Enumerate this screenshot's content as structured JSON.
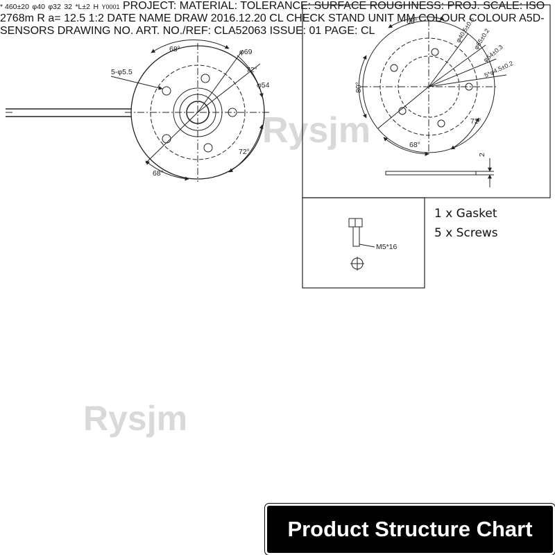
{
  "watermark": "Rysjm",
  "top_flange": {
    "dims": [
      "68°",
      "φ69",
      "5-φ5.5",
      "72°",
      "φ54",
      "72°",
      "68°"
    ]
  },
  "detail": {
    "dims": [
      "68°",
      "φ40.5±0.5",
      "φ65±0.2",
      "φ54±0.3",
      "5*φ4.5±0.2",
      "80°",
      "72°",
      "68°",
      "2"
    ]
  },
  "accessories": {
    "screw_label": "M5*16",
    "gasket": "1 x Gasket",
    "screws": "5 x Screws"
  },
  "side_view": {
    "dims": [
      "* 460±20",
      "φ40",
      "φ32",
      "32",
      "*L±2",
      "H"
    ]
  },
  "bottom_view": {
    "tag": "Y0001"
  },
  "title_block": {
    "project_label": "PROJECT:",
    "material_label": "MATERIAL:",
    "tolerance_label": "TOLERANCE:",
    "surface_label": "SURFACE ROUGHNESS:",
    "proj_label": "PROJ.",
    "scale_label": "SCALE:",
    "tolerance_value": "ISO 2768m",
    "surface_value": "R a= 12.5",
    "scale_value": "1:2",
    "date_header": "DATE",
    "name_header": "NAME",
    "row_draw": "DRAW",
    "row_check": "CHECK",
    "row_stand": "STAND",
    "date_value": "2016.12.20",
    "name_value": "CL",
    "unit_label": "UNIT",
    "unit_value": "MM",
    "colour_label": "COLOUR",
    "colour_value": "COLOUR",
    "company": "A5D-SENSORS",
    "drawing_label": "DRAWING NO. ART. NO./REF:",
    "drawing_value": "CLA52063",
    "issue_label": "ISSUE:",
    "issue_value": "01",
    "page_label": "PAGE:",
    "author": "CL"
  },
  "banner": "Product Structure Chart"
}
